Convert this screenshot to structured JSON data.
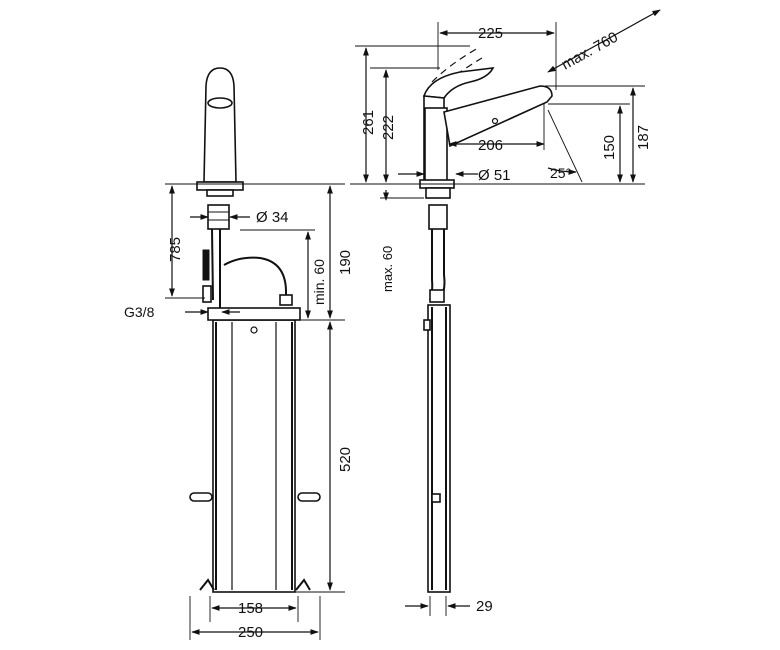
{
  "diagram": {
    "dimensions": {
      "d225": "225",
      "d760": "max. 760",
      "d261": "261",
      "d222": "222",
      "d206": "206",
      "d150": "150",
      "d187": "187",
      "d51": "Ø 51",
      "d25": "25°",
      "d34": "Ø 34",
      "d785": "785",
      "d190": "190",
      "dmin60": "min. 60",
      "dmax60": "max. 60",
      "dG38": "G3/8",
      "d520": "520",
      "d158": "158",
      "d250": "250",
      "d29": "29"
    }
  }
}
